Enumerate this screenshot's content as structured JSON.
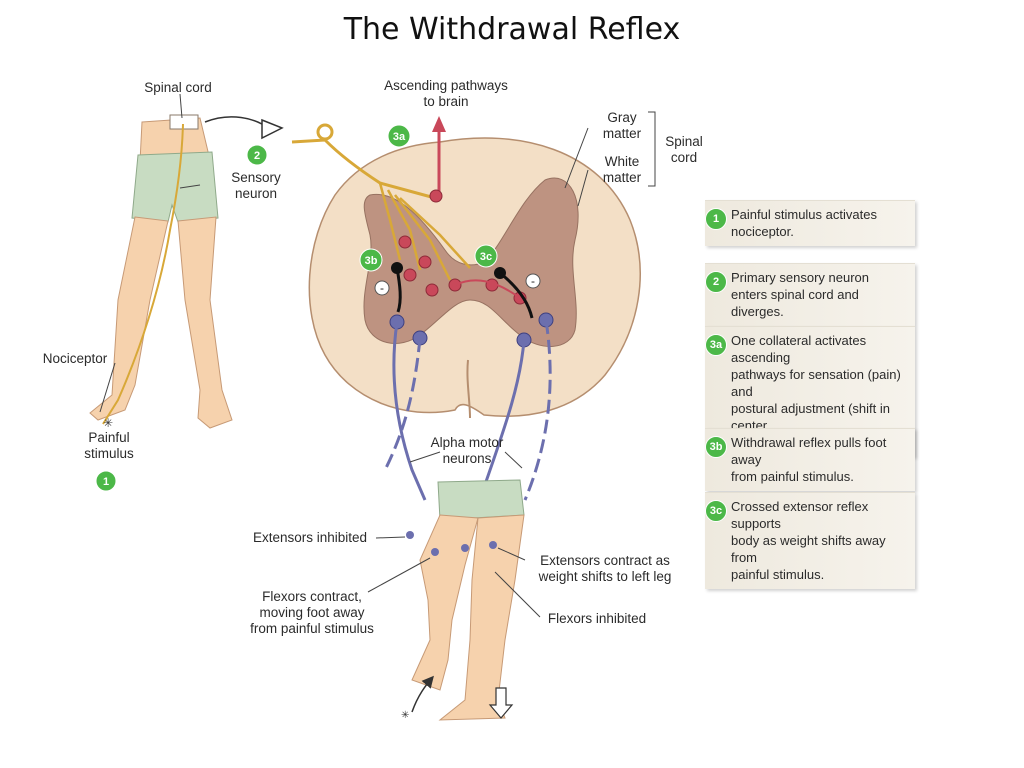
{
  "title": "The Withdrawal Reflex",
  "labels": {
    "spinal_cord": "Spinal cord",
    "sensory_neuron": "Sensory\nneuron",
    "nociceptor": "Nociceptor",
    "painful_stimulus": "Painful\nstimulus",
    "ascending": "Ascending pathways\nto brain",
    "gray_matter": "Gray\nmatter",
    "white_matter": "White\nmatter",
    "spinal_cord_bracket": "Spinal\ncord",
    "alpha_motor": "Alpha motor\nneurons",
    "extensors_inhibited": "Extensors inhibited",
    "flexors_contract": "Flexors contract,\nmoving foot away\nfrom painful stimulus",
    "extensors_contract": "Extensors contract as\nweight shifts to left leg",
    "flexors_inhibited": "Flexors inhibited"
  },
  "badges": {
    "b1": "1",
    "b2": "2",
    "b3a": "3a",
    "b3b": "3b",
    "b3c": "3c",
    "minus": "-"
  },
  "steps": [
    {
      "badge": "1",
      "text": "Painful stimulus activates\nnociceptor."
    },
    {
      "badge": "2",
      "text": "Primary sensory neuron\nenters spinal cord and diverges."
    },
    {
      "badge": "3a",
      "text": "One collateral activates ascending\npathways for sensation (pain) and\npostural adjustment (shift in center\nof gravity)."
    },
    {
      "badge": "3b",
      "text": "Withdrawal reflex pulls foot away\nfrom painful stimulus."
    },
    {
      "badge": "3c",
      "text": "Crossed extensor reflex supports\nbody as weight shifts away from\npainful stimulus."
    }
  ],
  "colors": {
    "badge_green": "#4cb848",
    "skin": "#f6d2ad",
    "shorts": "#c8dcc2",
    "white_matter": "#f3dfc6",
    "gray_matter": "#b98b7a",
    "sensory": "#d8a838",
    "interneuron": "#c9485a",
    "motor": "#6c6fae"
  }
}
